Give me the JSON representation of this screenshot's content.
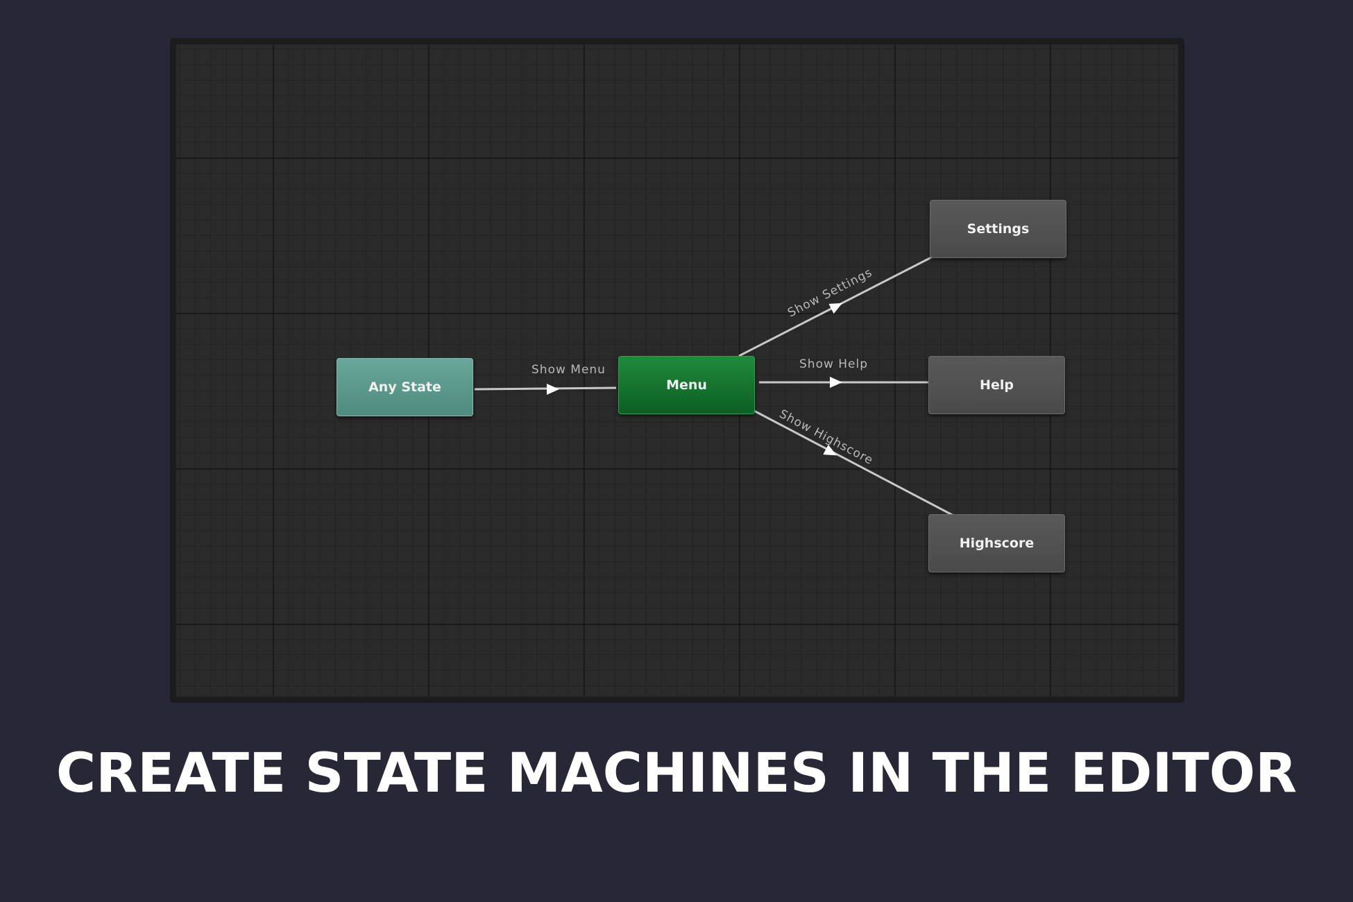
{
  "editor": {
    "states": {
      "any_state": "Any State",
      "menu": "Menu",
      "settings": "Settings",
      "help": "Help",
      "highscore": "Highscore"
    },
    "transitions": {
      "show_menu": "Show Menu",
      "show_settings": "Show Settings",
      "show_help": "Show Help",
      "show_highscore": "Show Highscore"
    }
  },
  "caption": "CREATE STATE MACHINES IN THE EDITOR",
  "colors": {
    "background": "#282735",
    "canvas": "#2a2a2b",
    "any_state_node": "#5b998c",
    "menu_node": "#137a31",
    "default_node": "#515151",
    "transition_line": "#c8c8c8"
  }
}
